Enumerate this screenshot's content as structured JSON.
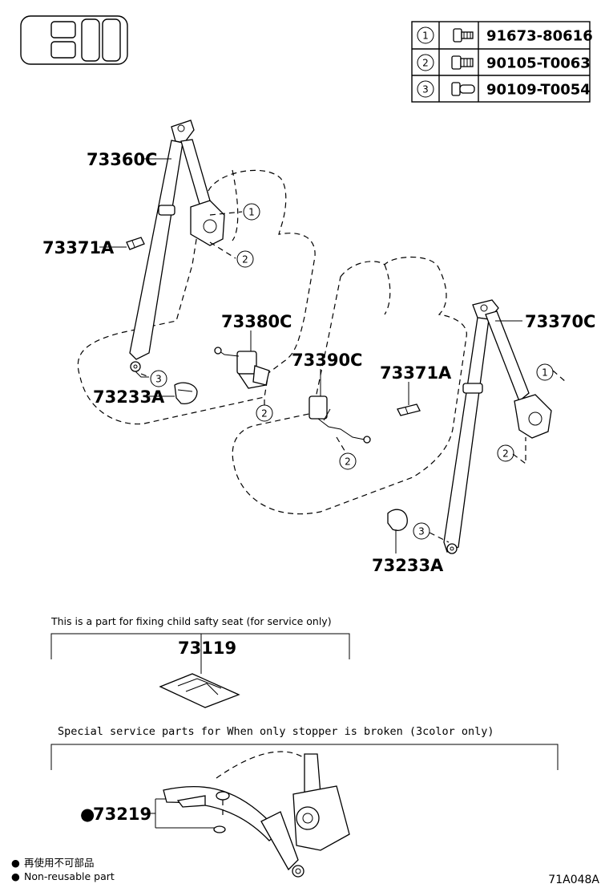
{
  "fastener_table": [
    {
      "ref": "1",
      "part_number": "91673-80616",
      "icon": "bolt-icon"
    },
    {
      "ref": "2",
      "part_number": "90105-T0063",
      "icon": "bolt-icon"
    },
    {
      "ref": "3",
      "part_number": "90109-T0054",
      "icon": "bolt-icon"
    }
  ],
  "callouts": {
    "p73360C": "73360C",
    "p73371A_left": "73371A",
    "p73380C": "73380C",
    "p73233A_left": "73233A",
    "p73390C": "73390C",
    "p73371A_right": "73371A",
    "p73370C": "73370C",
    "p73233A_right": "73233A",
    "p73119": "73119",
    "p73219": "73219"
  },
  "markers": {
    "m1": "1",
    "m2": "2",
    "m3": "3"
  },
  "notes": {
    "child_seat": "This is a part for fixing child safty seat (for service only)",
    "special_service": "Special  service  parts  for  When  only  stopper  is  broken  (3color  only)"
  },
  "legend": {
    "bullet": "●",
    "japanese": "再使用不可部品",
    "english": "Non-reusable part"
  },
  "diagram_code": "71A048A"
}
